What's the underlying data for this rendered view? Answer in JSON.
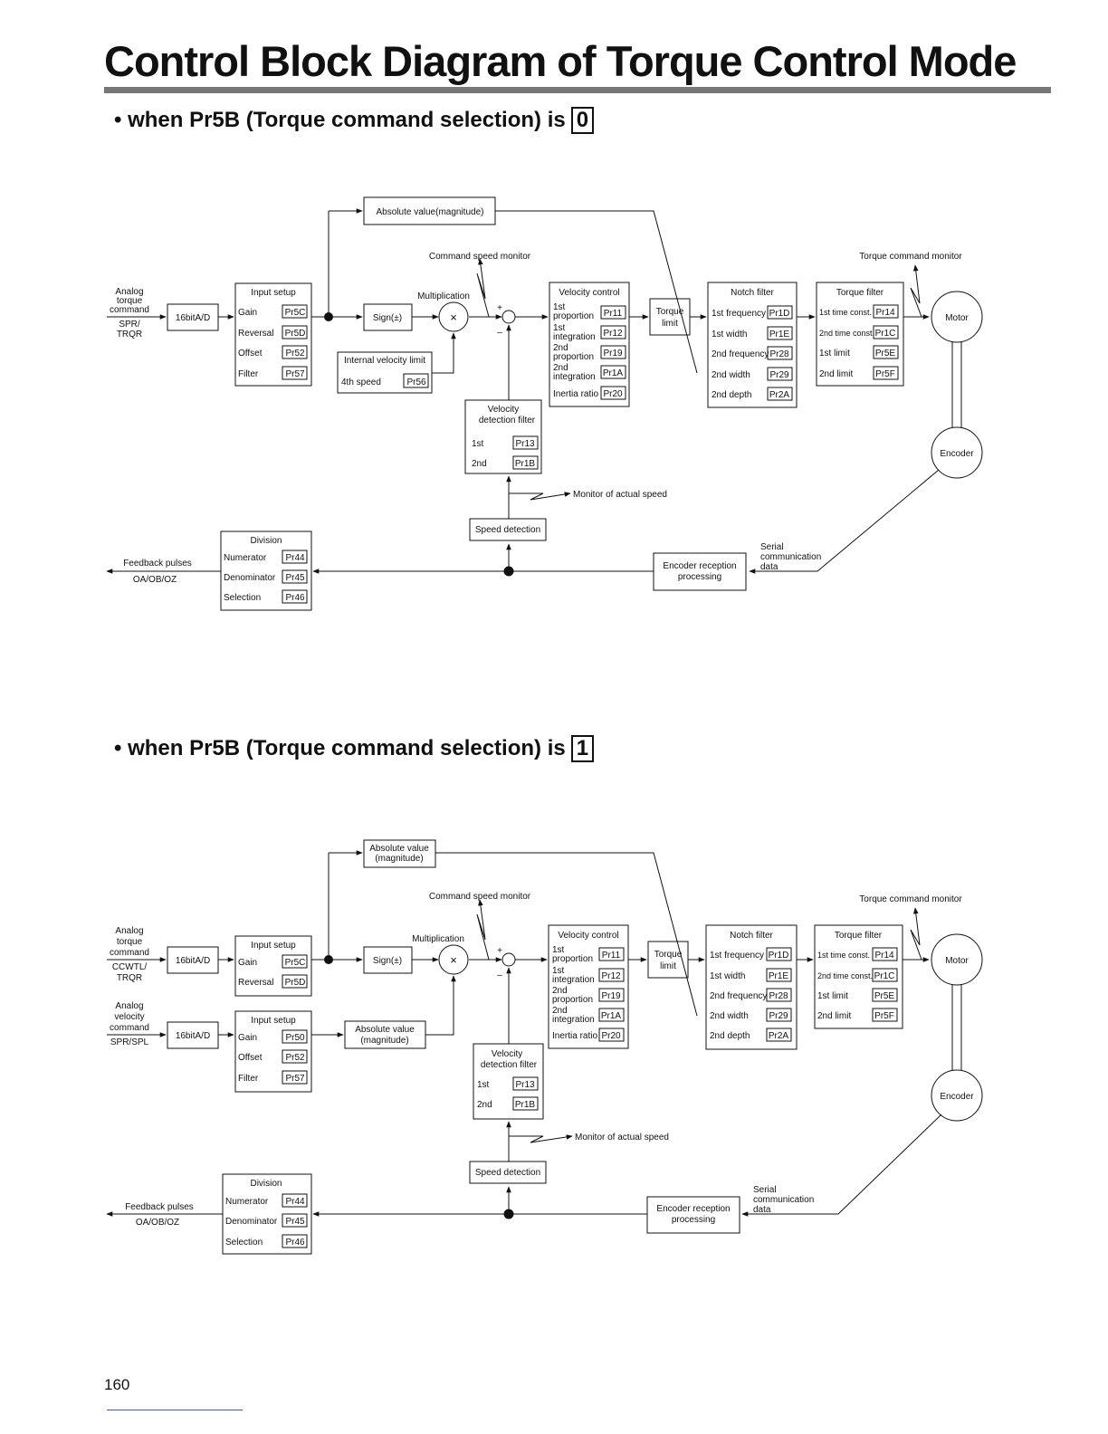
{
  "title": "Control Block Diagram of Torque Control Mode",
  "sections": [
    {
      "prefix": "• when Pr5B (Torque command selection) is",
      "value": "0"
    },
    {
      "prefix": "• when Pr5B (Torque command selection) is",
      "value": "1"
    }
  ],
  "d1": {
    "analog": [
      "Analog",
      "torque",
      "command"
    ],
    "analog_pins": [
      "SPR/",
      "TRQR"
    ],
    "adc": "16bitA/D",
    "input_setup": {
      "title": "Input setup",
      "rows": [
        [
          "Gain",
          "Pr5C"
        ],
        [
          "Reversal",
          "Pr5D"
        ],
        [
          "Offset",
          "Pr52"
        ],
        [
          "Filter",
          "Pr57"
        ]
      ]
    },
    "abs_value": "Absolute value(magnitude)",
    "sign": "Sign(±)",
    "internal_limit": {
      "title": "Internal velocity limit",
      "row": [
        "4th speed",
        "Pr56"
      ]
    }
  },
  "d2": {
    "analog_torque": [
      "Analog",
      "torque",
      "command"
    ],
    "torque_pins": [
      "CCWTL/",
      "TRQR"
    ],
    "analog_velocity": [
      "Analog",
      "velocity",
      "command"
    ],
    "velocity_pins": "SPR/SPL",
    "adc": "16bitA/D",
    "input_setup_a": {
      "title": "Input setup",
      "rows": [
        [
          "Gain",
          "Pr5C"
        ],
        [
          "Reversal",
          "Pr5D"
        ]
      ]
    },
    "input_setup_b": {
      "title": "Input setup",
      "rows": [
        [
          "Gain",
          "Pr50"
        ],
        [
          "Offset",
          "Pr52"
        ],
        [
          "Filter",
          "Pr57"
        ]
      ]
    },
    "abs_value": [
      "Absolute value",
      "(magnitude)"
    ],
    "abs_value_b": [
      "Absolute value",
      "(magnitude)"
    ],
    "sign": "Sign(±)"
  },
  "common": {
    "multiplication": "Multiplication",
    "mult_symbol": "×",
    "plus": "+",
    "minus": "–",
    "cmd_speed_monitor": "Command speed monitor",
    "torque_cmd_monitor": "Torque command monitor",
    "velocity_control": {
      "title": "Velocity control",
      "rows": [
        [
          [
            "1st",
            "proportion"
          ],
          "Pr11"
        ],
        [
          [
            "1st",
            "integration"
          ],
          "Pr12"
        ],
        [
          [
            "2nd",
            "proportion"
          ],
          "Pr19"
        ],
        [
          [
            "2nd",
            "integration"
          ],
          "Pr1A"
        ],
        [
          [
            "Inertia ratio"
          ],
          "Pr20"
        ]
      ]
    },
    "torque_limit": [
      "Torque",
      "limit"
    ],
    "notch_filter": {
      "title": "Notch filter",
      "rows": [
        [
          "1st frequency",
          "Pr1D"
        ],
        [
          "1st width",
          "Pr1E"
        ],
        [
          "2nd frequency",
          "Pr28"
        ],
        [
          "2nd width",
          "Pr29"
        ],
        [
          "2nd depth",
          "Pr2A"
        ]
      ]
    },
    "torque_filter": {
      "title": "Torque filter",
      "rows": [
        [
          "1st time const.",
          "Pr14"
        ],
        [
          "2nd time const.",
          "Pr1C"
        ],
        [
          "1st limit",
          "Pr5E"
        ],
        [
          "2nd limit",
          "Pr5F"
        ]
      ]
    },
    "motor": "Motor",
    "encoder": "Encoder",
    "vel_detect_filter": {
      "title": [
        "Velocity",
        "detection   filter"
      ],
      "rows": [
        [
          "1st",
          "Pr13"
        ],
        [
          "2nd",
          "Pr1B"
        ]
      ]
    },
    "monitor_actual_speed": "Monitor of actual speed",
    "speed_detection": "Speed detection",
    "division": {
      "title": "Division",
      "rows": [
        [
          "Numerator",
          "Pr44"
        ],
        [
          "Denominator",
          "Pr45"
        ],
        [
          "Selection",
          "Pr46"
        ]
      ]
    },
    "feedback": [
      "Feedback pulses",
      "OA/OB/OZ"
    ],
    "encoder_reception": [
      "Encoder reception",
      "processing"
    ],
    "serial": [
      "Serial",
      "communication",
      "data"
    ]
  },
  "page_number": "160"
}
